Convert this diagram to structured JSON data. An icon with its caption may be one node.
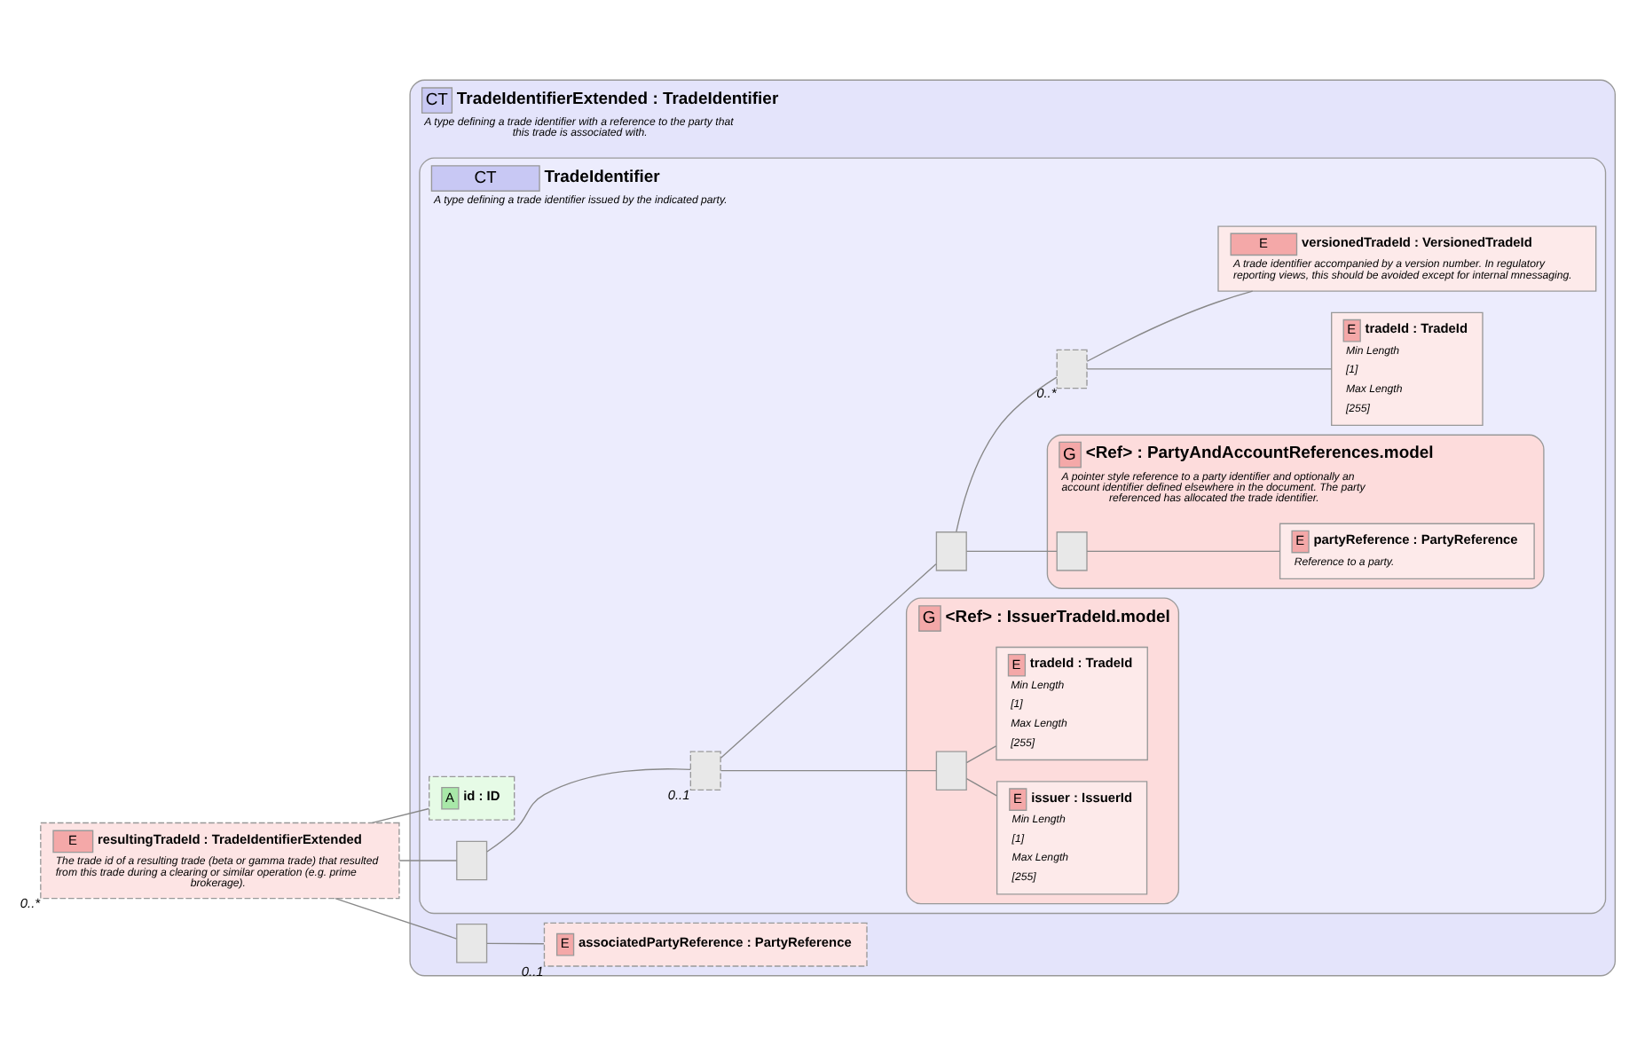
{
  "diagram": {
    "nodes": [
      {
        "text": [
          "E",
          "resultingTradeId : TradeIdentifierExtended",
          "The trade id of a resulting trade (beta or gamma trade) that resulted from this trade during a clearing or similar operation (e.g. prime brokerage)."
        ],
        "beside": [
          "0..*"
        ]
      },
      {
        "text": [
          "CT",
          "TradeIdentifierExtended : TradeIdentifier",
          "A type defining a trade identifier with a reference to the party that this trade is associated with."
        ]
      },
      {
        "text": [
          "CT",
          "TradeIdentifier",
          "A type defining a trade identifier issued by the indicated party."
        ],
        "in": 1
      },
      {
        "text": [
          "A",
          "id : ID"
        ],
        "in": 2
      },
      {
        "text": [],
        "shape": "box",
        "in": 2
      },
      {
        "text": [],
        "shape": "box",
        "in": 2,
        "beside": [
          "0..1"
        ]
      },
      {
        "text": [
          "G",
          "<Ref> : IssuerTradeId.model"
        ],
        "in": 2
      },
      {
        "text": [],
        "shape": "box",
        "in": 6
      },
      {
        "text": [
          "E",
          "issuer : IssuerId",
          "Min Length",
          "[1]",
          "Max Length",
          "[255]"
        ],
        "in": 6
      },
      {
        "text": [
          "E",
          "tradeId : TradeId",
          "Min Length",
          "[1]",
          "Max Length",
          "[255]"
        ],
        "in": 6
      },
      {
        "text": [],
        "shape": "box",
        "in": 2
      },
      {
        "text": [
          "G",
          "<Ref> : PartyAndAccountReferences.model",
          "A pointer style reference to a party identifier and optionally an account identifier defined elsewhere in the document. The party referenced has allocated the trade identifier."
        ],
        "in": 2
      },
      {
        "text": [],
        "shape": "box",
        "in": 11
      },
      {
        "text": [
          "E",
          "partyReference : PartyReference",
          "Reference to a party."
        ],
        "in": 11
      },
      {
        "text": [],
        "shape": "box",
        "in": 2,
        "beside": [
          "0..*"
        ]
      },
      {
        "text": [
          "E",
          "tradeId : TradeId",
          "Min Length",
          "[1]",
          "Max Length",
          "[255]"
        ],
        "in": 2
      },
      {
        "text": [
          "E",
          "versionedTradeId : VersionedTradeId",
          "A trade identifier accompanied by a version number. In regulatory reporting views, this should be avoided except for internal mnessaging."
        ],
        "in": 2
      },
      {
        "text": [],
        "shape": "box",
        "in": 1
      },
      {
        "text": [
          "E",
          "associatedPartyReference : PartyReference"
        ],
        "in": 1,
        "beside": [
          "0..1"
        ]
      }
    ],
    "edges": [
      {
        "from": 0,
        "to": 3,
        "arrow": "none"
      },
      {
        "from": 0,
        "to": 4,
        "arrow": "none"
      },
      {
        "from": 0,
        "to": 17,
        "arrow": "none"
      },
      {
        "from": 4,
        "to": 5,
        "arrow": "none"
      },
      {
        "from": 5,
        "to": 7,
        "arrow": "none"
      },
      {
        "from": 7,
        "to": 8,
        "arrow": "none"
      },
      {
        "from": 7,
        "to": 9,
        "arrow": "none"
      },
      {
        "from": 5,
        "to": 10,
        "arrow": "none"
      },
      {
        "from": 10,
        "to": 12,
        "arrow": "none"
      },
      {
        "from": 12,
        "to": 13,
        "arrow": "none"
      },
      {
        "from": 10,
        "to": 14,
        "arrow": "none"
      },
      {
        "from": 14,
        "to": 15,
        "arrow": "none"
      },
      {
        "from": 14,
        "to": 16,
        "arrow": "none"
      },
      {
        "from": 17,
        "to": 18,
        "arrow": "none"
      }
    ]
  }
}
